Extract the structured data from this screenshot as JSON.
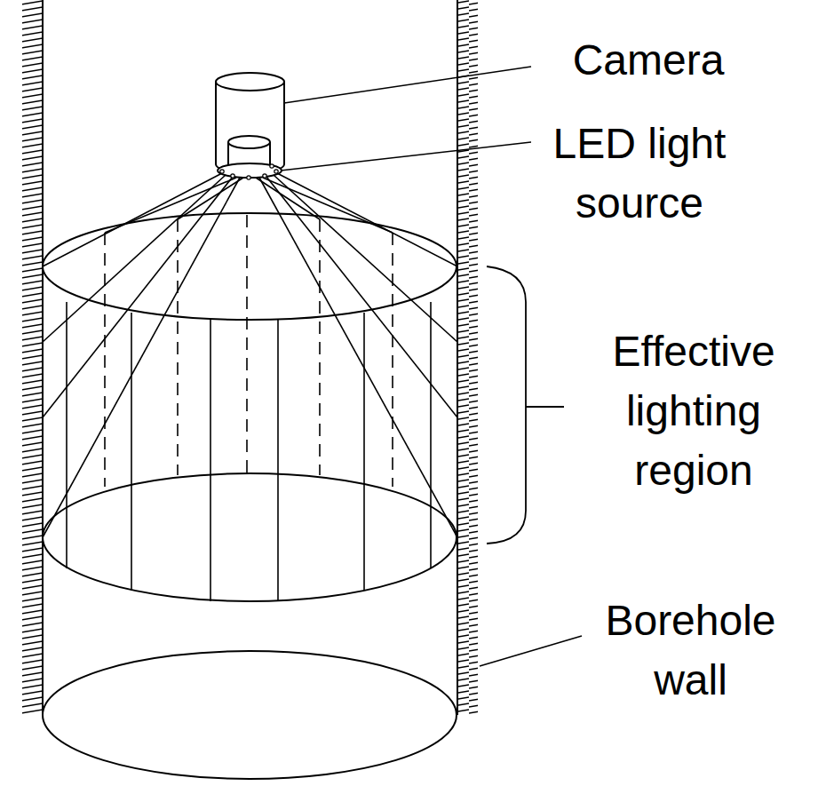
{
  "diagram": {
    "labels": [
      "Camera",
      "LED light source",
      "Effective lighting region",
      "Borehole wall"
    ]
  }
}
